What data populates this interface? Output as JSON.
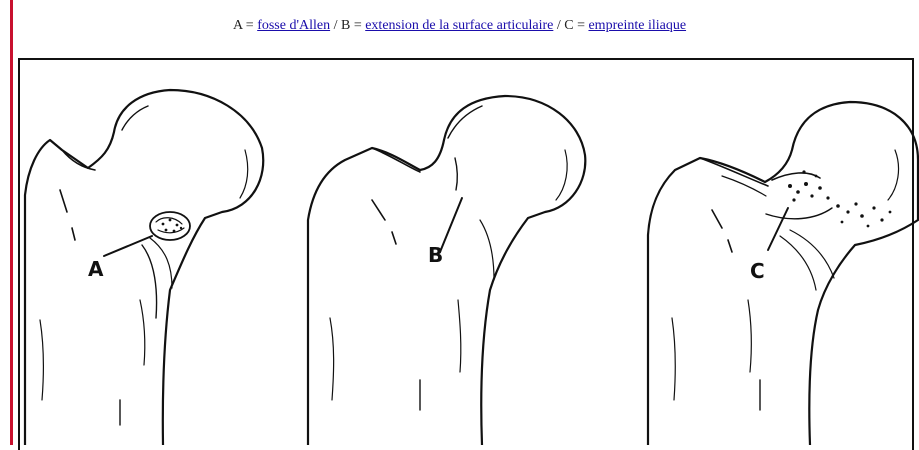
{
  "caption": {
    "a_key": "A = ",
    "a_link": "fosse d'Allen",
    "sep1": " / B = ",
    "b_link": "extension de la surface articulaire",
    "sep2": " / C = ",
    "c_link": "empreinte iliaque"
  },
  "figure": {
    "labels": [
      "A",
      "B",
      "C"
    ]
  }
}
